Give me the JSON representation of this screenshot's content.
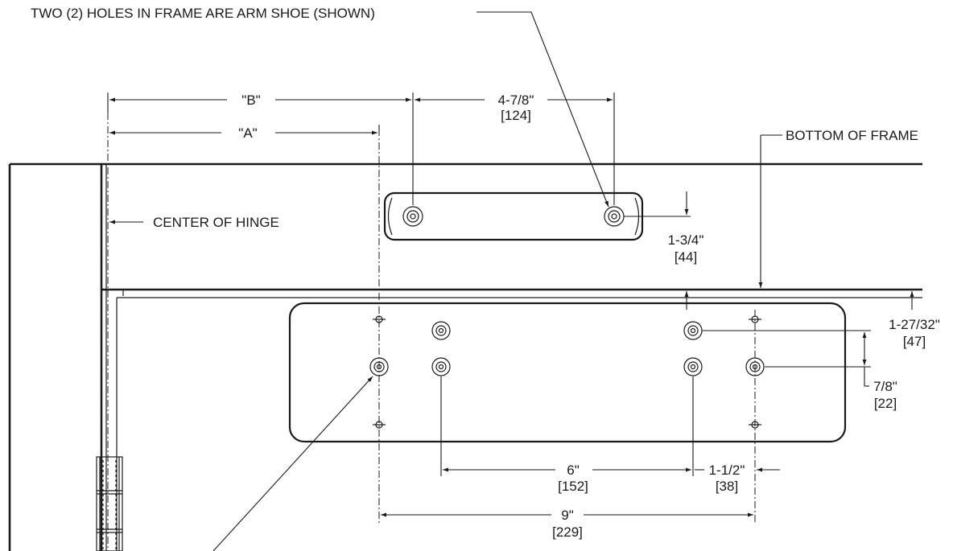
{
  "notes": {
    "frame_holes_note": "TWO (2) HOLES IN FRAME ARE ARM SHOE (SHOWN)",
    "center_of_hinge": "CENTER OF HINGE",
    "bottom_of_frame": "BOTTOM OF FRAME"
  },
  "dimensions": {
    "dim_b": "\"B\"",
    "dim_a": "\"A\"",
    "arm_shoe_spacing": "4-7/8\"",
    "arm_shoe_spacing_mm": "[124]",
    "arm_shoe_height": "1-3/4\"",
    "arm_shoe_height_mm": "[44]",
    "plate_top_offset": "1-27/32\"",
    "plate_top_offset_mm": "[47]",
    "row_spacing": "7/8\"",
    "row_spacing_mm": "[22]",
    "six_inch": "6\"",
    "six_inch_mm": "[152]",
    "one_half": "1-1/2\"",
    "one_half_mm": "[38]",
    "nine_inch": "9\"",
    "nine_inch_mm": "[229]"
  }
}
